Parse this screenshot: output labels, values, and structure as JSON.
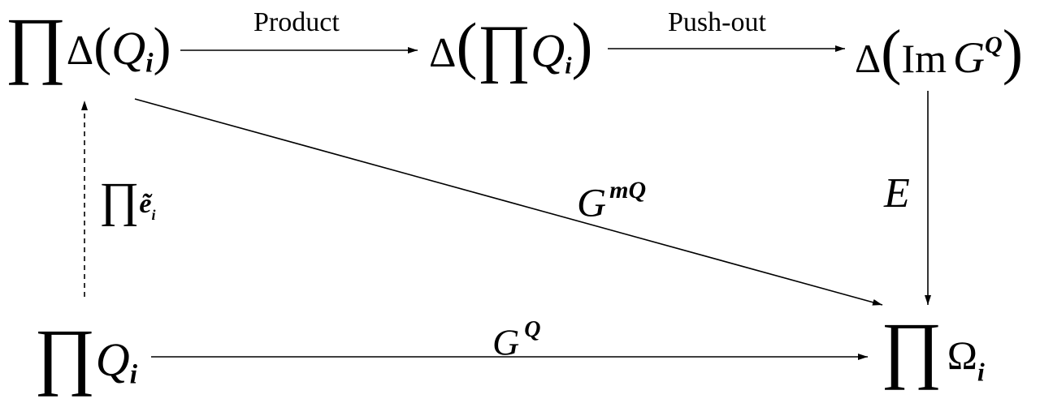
{
  "nodes": {
    "top_left": {
      "prod": "∏",
      "delta": "Δ",
      "lp": "(",
      "Q": "Q",
      "i": "i",
      "rp": ")"
    },
    "top_mid": {
      "delta": "Δ",
      "lp": "(",
      "prod": "∏",
      "Q": "Q",
      "i": "i",
      "rp": ")"
    },
    "top_right": {
      "delta": "Δ",
      "lp": "(",
      "im": "Im",
      "G": "G",
      "Q": "Q",
      "rp": ")"
    },
    "bottom_left": {
      "prod": "∏",
      "Q": "Q",
      "i": "i"
    },
    "bottom_right": {
      "prod": "∏",
      "omega": "Ω",
      "i": "i"
    }
  },
  "edges": {
    "product": {
      "label": "Product"
    },
    "pushout": {
      "label": "Push-out"
    },
    "diagonal": {
      "G": "G",
      "sup": "mQ"
    },
    "right_vertical": {
      "label": "E"
    },
    "bottom": {
      "G": "G",
      "sup": "Q"
    },
    "left_dashed": {
      "prod": "∏",
      "e": "ẽ",
      "i": "i"
    }
  },
  "colors": {
    "stroke": "#000000",
    "background": "#ffffff"
  }
}
